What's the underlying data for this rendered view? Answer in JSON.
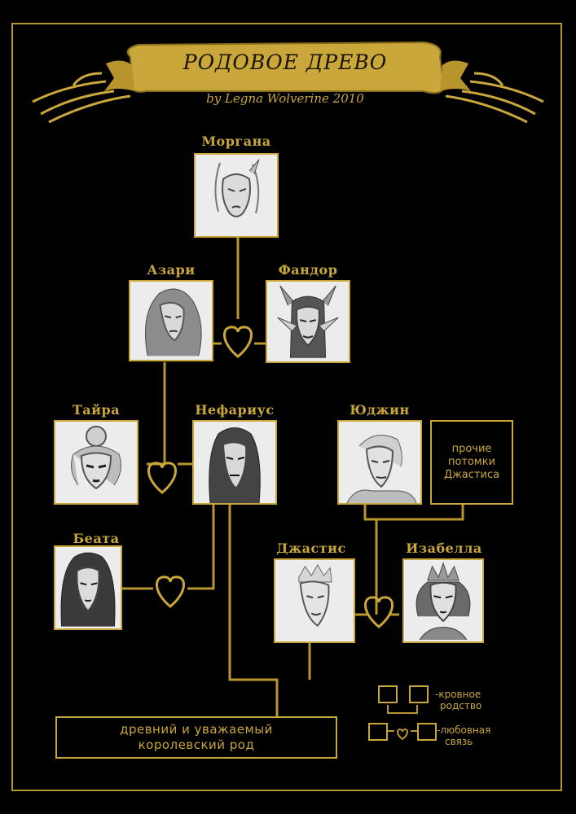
{
  "header": {
    "title": "РОДОВОЕ ДРЕВО",
    "byline": "by Legna Wolverine 2010"
  },
  "people": {
    "morgana": "Моргана",
    "azari": "Азари",
    "fandor": "Фандор",
    "taira": "Тайра",
    "nefarius": "Нефариус",
    "yudzhin": "Юджин",
    "beata": "Беата",
    "dzhastis": "Джастис",
    "izabella": "Изабелла"
  },
  "boxes": {
    "descendants": "прочие потомки Джастиса",
    "ancient_line1": "древний и уважаемый",
    "ancient_line2": "королевский род"
  },
  "legend": {
    "blood_line1": "-кровное",
    "blood_line2": "родство",
    "love_line1": "-любовная",
    "love_line2": "связь"
  },
  "colors": {
    "gold": "#c9a73a",
    "background": "#000000"
  }
}
